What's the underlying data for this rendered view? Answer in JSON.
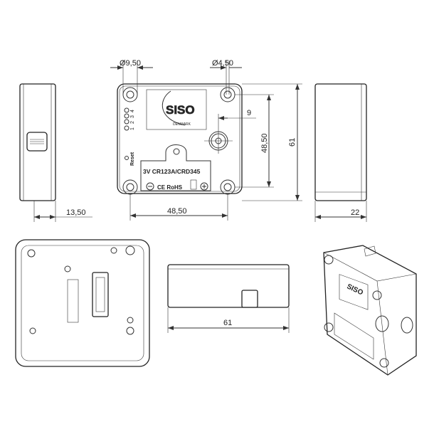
{
  "dimensions": {
    "hole_large_diameter": "Ø9,50",
    "hole_small_diameter": "Ø4,50",
    "offset_hole": "9",
    "hole_spacing_vertical": "48,50",
    "hole_spacing_horizontal": "48,50",
    "height": "61",
    "side_thickness": "13,50",
    "depth": "22",
    "bottom_width": "61"
  },
  "labels": {
    "brand": "SISO",
    "brand_sub": "DENMARK",
    "leds": [
      "1",
      "2",
      "3",
      "4"
    ],
    "reset": "Reset",
    "battery": "3V CR123A/CRD345",
    "compliance": "CE RoHS"
  }
}
